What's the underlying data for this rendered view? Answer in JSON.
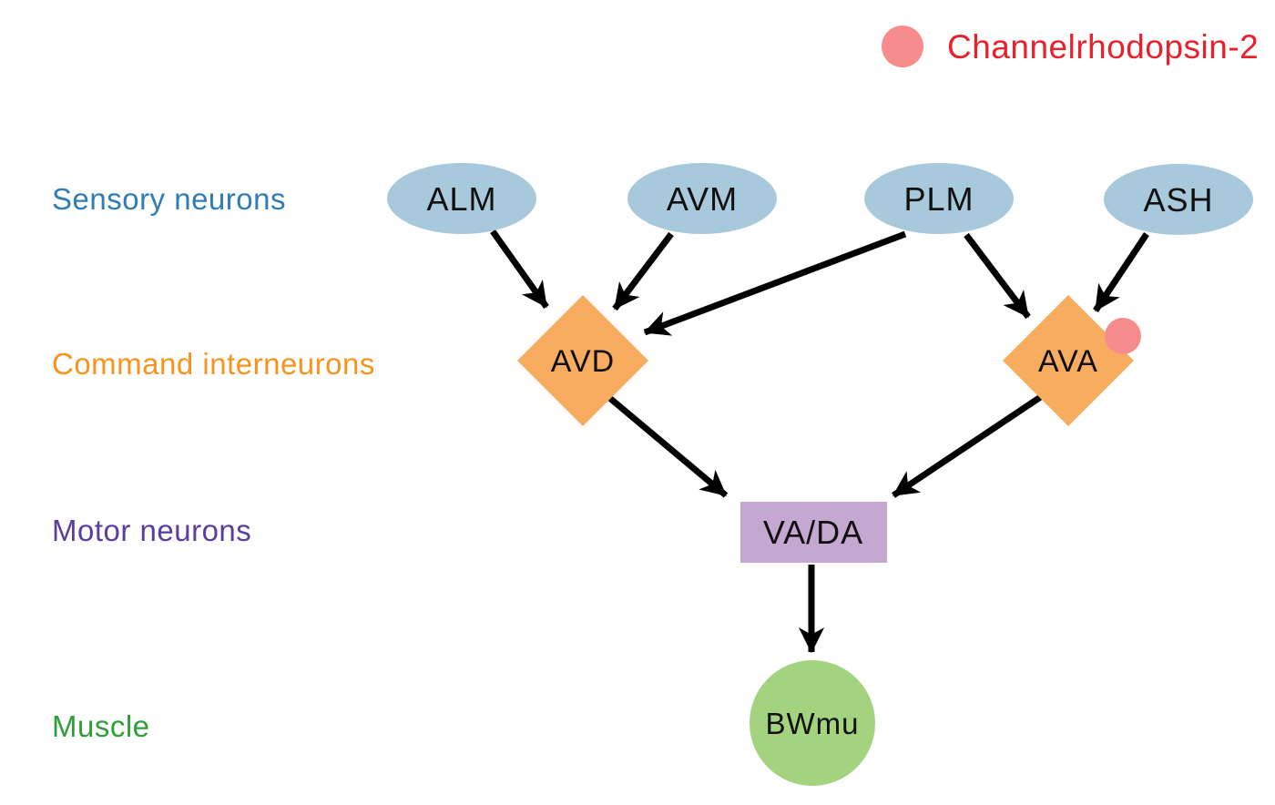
{
  "legend": {
    "label": "Channelrhodopsin-2",
    "marker_color": "#F78C8D",
    "text_color": "#E8212D"
  },
  "row_labels": {
    "sensory": {
      "label": "Sensory neurons",
      "color": "#2F7CB6"
    },
    "interneurons": {
      "label": "Command interneurons",
      "color": "#F8941D"
    },
    "motor": {
      "label": "Motor neurons",
      "color": "#5C3D9E"
    },
    "muscle": {
      "label": "Muscle",
      "color": "#2F9E38"
    }
  },
  "nodes": {
    "alm": {
      "label": "ALM",
      "type": "sensory"
    },
    "avm": {
      "label": "AVM",
      "type": "sensory"
    },
    "plm": {
      "label": "PLM",
      "type": "sensory"
    },
    "ash": {
      "label": "ASH",
      "type": "sensory"
    },
    "avd": {
      "label": "AVD",
      "type": "command-interneuron"
    },
    "ava": {
      "label": "AVA",
      "type": "command-interneuron",
      "tag": "Channelrhodopsin-2"
    },
    "vada": {
      "label": "VA/DA",
      "type": "motor"
    },
    "bwmu": {
      "label": "BWmu",
      "type": "muscle"
    }
  },
  "colors": {
    "sensory_fill": "#A8C8DC",
    "interneuron_fill": "#F8AC60",
    "motor_fill": "#C4A8D1",
    "muscle_fill": "#A4D37F",
    "chr2_dot": "#F78C8D",
    "arrow": "#000000"
  },
  "edges": [
    {
      "from": "ALM",
      "to": "AVD"
    },
    {
      "from": "AVM",
      "to": "AVD"
    },
    {
      "from": "PLM",
      "to": "AVD"
    },
    {
      "from": "PLM",
      "to": "AVA"
    },
    {
      "from": "ASH",
      "to": "AVA"
    },
    {
      "from": "AVD",
      "to": "VA/DA"
    },
    {
      "from": "AVA",
      "to": "VA/DA"
    },
    {
      "from": "VA/DA",
      "to": "BWmu"
    }
  ]
}
